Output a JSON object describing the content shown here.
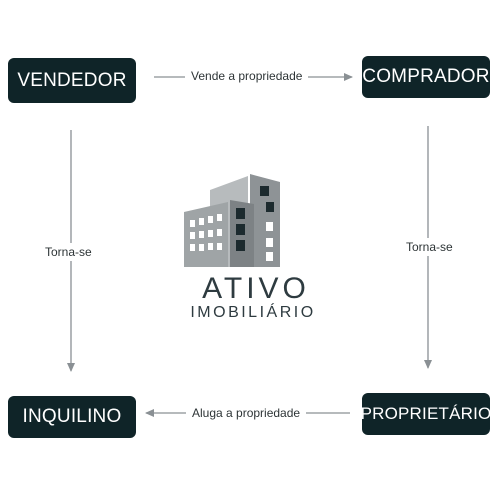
{
  "nodes": {
    "vendedor": "VENDEDOR",
    "comprador": "COMPRADOR",
    "inquilino": "INQUILINO",
    "proprietario": "PROPRIETÁRIO"
  },
  "edges": {
    "vende": "Vende a propriedade",
    "aluga": "Aluga a propriedade",
    "torna_left": "Torna-se",
    "torna_right": "Torna-se"
  },
  "logo": {
    "name": "ATIVO",
    "tagline": "IMOBILIÁRIO",
    "icon": "building-icon"
  },
  "colors": {
    "node_bg": "#0f2428",
    "arrow": "#8a9094",
    "logo_building": "#9fa4a6",
    "logo_text": "#2e3b40"
  }
}
